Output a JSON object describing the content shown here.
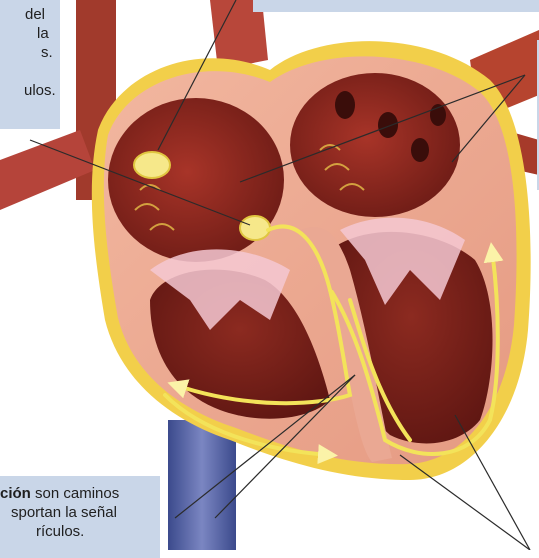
{
  "labels": {
    "top_left": {
      "lines": [
        "del",
        "la",
        "s.",
        "",
        "ulos."
      ]
    },
    "bottom_left": {
      "bold": "ción",
      "line1_rest": " son caminos",
      "line2": "sportan la señal",
      "line3": "rículos."
    }
  },
  "colors": {
    "label_box": "#c9d6e8",
    "tissue": "#c94a3c",
    "pathway": "#f3e35a",
    "outer_fat": "#f2cf4a",
    "vein_blue": "#5a66a8"
  }
}
